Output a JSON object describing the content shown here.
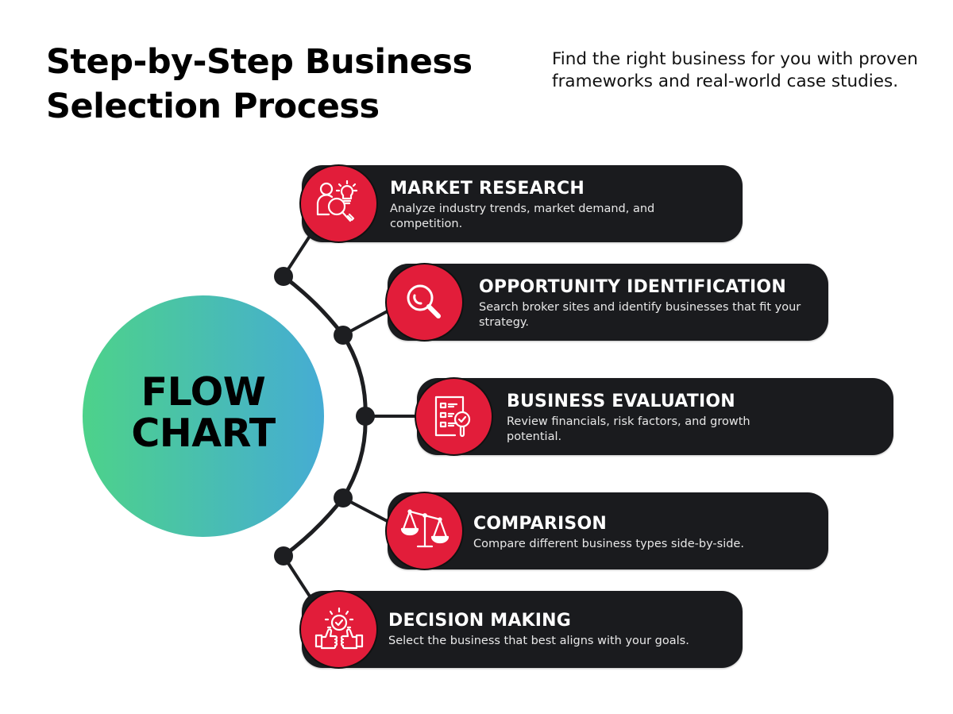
{
  "header": {
    "title_line1": "Step-by-Step Business",
    "title_line2": "Selection Process",
    "subtitle": "Find the right business for you with proven frameworks and real-world case studies."
  },
  "hub": {
    "line1": "FLOW",
    "line2": "CHART",
    "gradient_start": "#4dd28a",
    "gradient_end": "#45acd4"
  },
  "colors": {
    "card_bg": "#1a1b1e",
    "icon_bg": "#e21d3a",
    "connector": "#1d1e21"
  },
  "steps": [
    {
      "icon": "market-research-icon",
      "title": "MARKET RESEARCH",
      "description": "Analyze industry trends, market demand, and competition."
    },
    {
      "icon": "magnifying-glass-icon",
      "title": "OPPORTUNITY IDENTIFICATION",
      "description": "Search broker sites and identify businesses that fit your strategy."
    },
    {
      "icon": "checklist-evaluation-icon",
      "title": "BUSINESS EVALUATION",
      "description": "Review financials, risk factors, and growth potential."
    },
    {
      "icon": "balance-scale-icon",
      "title": "COMPARISON",
      "description": "Compare different business types side-by-side."
    },
    {
      "icon": "thumbs-up-decision-icon",
      "title": "DECISION MAKING",
      "description": "Select the business that best aligns with your goals."
    }
  ]
}
